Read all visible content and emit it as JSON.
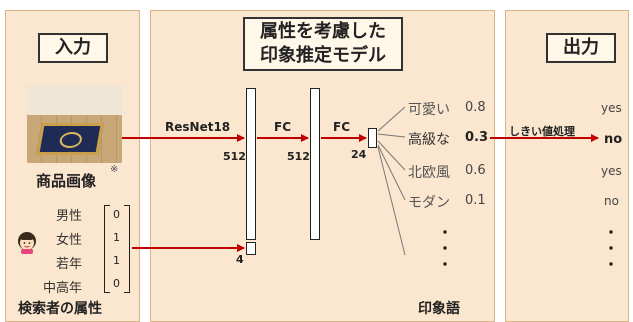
{
  "input": {
    "title": "入力",
    "product_image_label": "商品画像",
    "product_image_note": "※",
    "attributes": [
      {
        "label": "男性",
        "value": "0"
      },
      {
        "label": "女性",
        "value": "1"
      },
      {
        "label": "若年",
        "value": "1"
      },
      {
        "label": "中高年",
        "value": "0"
      }
    ],
    "attributes_title": "検索者の属性"
  },
  "model": {
    "title_line1": "属性を考慮した",
    "title_line2": "印象推定モデル",
    "resnet_label": "ResNet18",
    "fc1_label": "FC",
    "fc2_label": "FC",
    "dim_512a": "512",
    "dim_512b": "512",
    "dim_24": "24",
    "dim_4": "4",
    "impressions": [
      {
        "word": "可愛い",
        "score": "0.8"
      },
      {
        "word": "高級な",
        "score": "0.3"
      },
      {
        "word": "北欧風",
        "score": "0.6"
      },
      {
        "word": "モダン",
        "score": "0.1"
      }
    ],
    "impressions_title": "印象語",
    "threshold_label": "しきい値処理"
  },
  "output": {
    "title": "出力",
    "results": [
      "yes",
      "no",
      "yes",
      "no"
    ]
  },
  "colors": {
    "panel_bg": "#fbe7cf",
    "arrow": "#c00000"
  }
}
